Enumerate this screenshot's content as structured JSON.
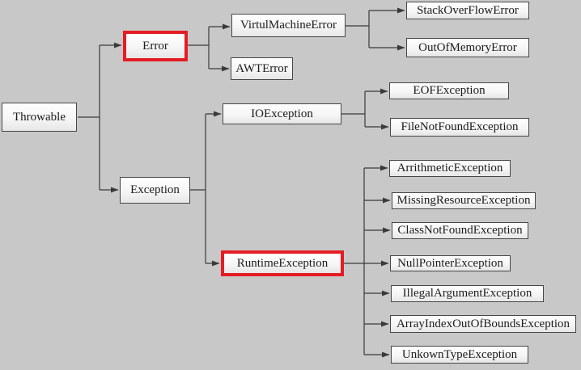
{
  "diagram": {
    "type": "tree",
    "colors": {
      "background": "#c8c8c8",
      "box_fill_top": "#fefefe",
      "box_fill_bottom": "#e6e6e6",
      "box_border": "#474747",
      "line": "#3a3a3a",
      "highlight_border": "#e51c24",
      "text": "#1b1b1b"
    },
    "nodes": {
      "throwable": {
        "label": "Throwable",
        "highlighted": false
      },
      "error": {
        "label": "Error",
        "highlighted": true
      },
      "virtul_machine_error": {
        "label": "VirtulMachineError",
        "highlighted": false
      },
      "awt_error": {
        "label": "AWTError",
        "highlighted": false
      },
      "stack_overflow_error": {
        "label": "StackOverFlowError",
        "highlighted": false
      },
      "out_of_memory_error": {
        "label": "OutOfMemoryError",
        "highlighted": false
      },
      "exception": {
        "label": "Exception",
        "highlighted": false
      },
      "io_exception": {
        "label": "IOException",
        "highlighted": false
      },
      "eof_exception": {
        "label": "EOFException",
        "highlighted": false
      },
      "file_not_found_exception": {
        "label": "FileNotFoundException",
        "highlighted": false
      },
      "runtime_exception": {
        "label": "RuntimeException",
        "highlighted": true
      },
      "arrithmetic_exception": {
        "label": "ArrithmeticException",
        "highlighted": false
      },
      "missing_resource_exception": {
        "label": "MissingResourceException",
        "highlighted": false
      },
      "class_not_found_exception": {
        "label": "ClassNotFoundException",
        "highlighted": false
      },
      "null_pointer_exception": {
        "label": "NullPointerException",
        "highlighted": false
      },
      "illegal_argument_exception": {
        "label": "IllegalArgumentException",
        "highlighted": false
      },
      "array_index_out_of_bounds_exception": {
        "label": "ArrayIndexOutOfBoundsException",
        "highlighted": false
      },
      "unkown_type_exception": {
        "label": "UnkownTypeException",
        "highlighted": false
      }
    },
    "edges": [
      [
        "Throwable",
        "Error"
      ],
      [
        "Throwable",
        "Exception"
      ],
      [
        "Error",
        "VirtulMachineError"
      ],
      [
        "Error",
        "AWTError"
      ],
      [
        "VirtulMachineError",
        "StackOverFlowError"
      ],
      [
        "VirtulMachineError",
        "OutOfMemoryError"
      ],
      [
        "Exception",
        "IOException"
      ],
      [
        "Exception",
        "RuntimeException"
      ],
      [
        "IOException",
        "EOFException"
      ],
      [
        "IOException",
        "FileNotFoundException"
      ],
      [
        "RuntimeException",
        "ArrithmeticException"
      ],
      [
        "RuntimeException",
        "MissingResourceException"
      ],
      [
        "RuntimeException",
        "ClassNotFoundException"
      ],
      [
        "RuntimeException",
        "NullPointerException"
      ],
      [
        "RuntimeException",
        "IllegalArgumentException"
      ],
      [
        "RuntimeException",
        "ArrayIndexOutOfBoundsException"
      ],
      [
        "RuntimeException",
        "UnkownTypeException"
      ]
    ]
  }
}
